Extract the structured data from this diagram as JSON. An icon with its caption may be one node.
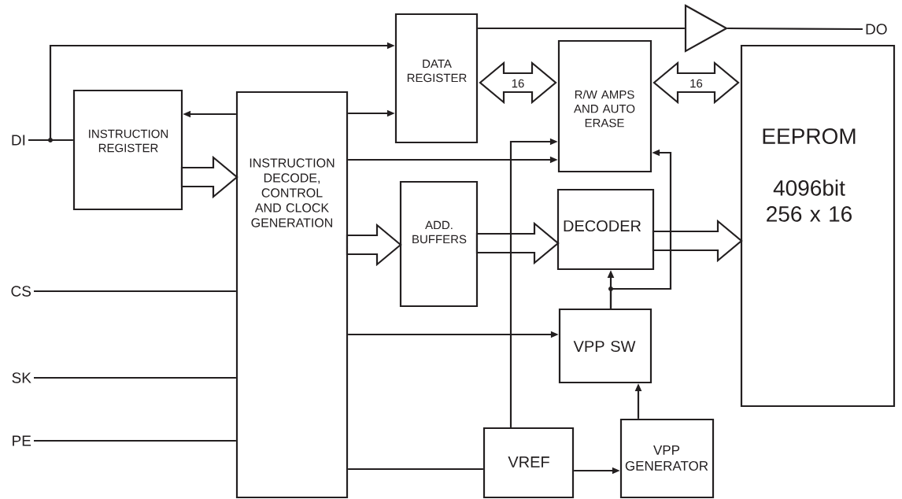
{
  "diagram": {
    "nodes": [
      {
        "text": [
          "DI"
        ]
      },
      {
        "text": [
          "INSTRUCTION REGISTER"
        ]
      },
      {
        "text": [
          "INSTRUCTION DECODE, CONTROL AND CLOCK GENERATION"
        ]
      },
      {
        "text": [
          "DATA REGISTER"
        ]
      },
      {
        "text": [
          "R/W AMPS AND AUTO ERASE"
        ]
      },
      {
        "text": [
          "EEPROM",
          "4096bit 256 x 16"
        ]
      },
      {
        "text": [
          "ADD. BUFFERS"
        ]
      },
      {
        "text": [
          "DECODER"
        ]
      },
      {
        "text": [
          "VPP SW"
        ]
      },
      {
        "text": [
          "VREF"
        ]
      },
      {
        "text": [
          "VPP GENERATOR"
        ]
      },
      {
        "text": [
          "DO"
        ]
      },
      {
        "text": [
          "CS"
        ]
      },
      {
        "text": [
          "SK"
        ]
      },
      {
        "text": [
          "PE"
        ]
      },
      {
        "text": [],
        "shape": "triangle"
      }
    ],
    "edges": [
      {
        "from": 0,
        "to": 1,
        "arrow": "none"
      },
      {
        "from": 0,
        "to": 3,
        "arrow": "to"
      },
      {
        "from": 2,
        "to": 1,
        "arrow": "to"
      },
      {
        "from": 1,
        "to": 2,
        "arrow": "to",
        "style": "thick"
      },
      {
        "from": 2,
        "to": 3,
        "arrow": "to"
      },
      {
        "from": 3,
        "to": 4,
        "arrow": "both",
        "style": "thick",
        "label": "16"
      },
      {
        "from": 4,
        "to": 5,
        "arrow": "both",
        "style": "thick",
        "label": "16"
      },
      {
        "from": 3,
        "to": 15,
        "arrow": "none"
      },
      {
        "from": 15,
        "to": 11,
        "arrow": "none"
      },
      {
        "from": 2,
        "to": 4,
        "arrow": "to"
      },
      {
        "from": 2,
        "to": 6,
        "arrow": "to",
        "style": "thick"
      },
      {
        "from": 6,
        "to": 7,
        "arrow": "to",
        "style": "thick"
      },
      {
        "from": 9,
        "to": 4,
        "arrow": "to"
      },
      {
        "from": 7,
        "to": 5,
        "arrow": "to",
        "style": "thick"
      },
      {
        "from": 8,
        "to": 7,
        "arrow": "to"
      },
      {
        "from": 8,
        "to": 4,
        "arrow": "to"
      },
      {
        "from": 2,
        "to": 8,
        "arrow": "to"
      },
      {
        "from": 2,
        "to": 9,
        "arrow": "none"
      },
      {
        "from": 9,
        "to": 10,
        "arrow": "to"
      },
      {
        "from": 10,
        "to": 8,
        "arrow": "to"
      },
      {
        "from": 12,
        "to": 2,
        "arrow": "none"
      },
      {
        "from": 13,
        "to": 2,
        "arrow": "none"
      },
      {
        "from": 14,
        "to": 2,
        "arrow": "none"
      }
    ]
  }
}
